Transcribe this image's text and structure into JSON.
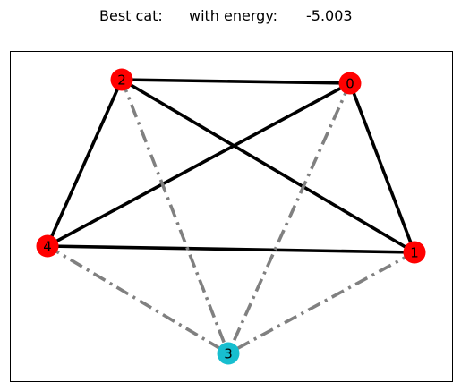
{
  "title": {
    "prefix": "Best cat:",
    "middle": "with energy:",
    "value": "-5.003"
  },
  "graph": {
    "colors": {
      "selected_node": "#ff0000",
      "other_node": "#17becf",
      "selected_edge": "#000000",
      "cut_edge": "#808080"
    },
    "nodes": [
      {
        "id": "0",
        "label": "0",
        "group": "selected"
      },
      {
        "id": "1",
        "label": "1",
        "group": "selected"
      },
      {
        "id": "2",
        "label": "2",
        "group": "selected"
      },
      {
        "id": "3",
        "label": "3",
        "group": "other"
      },
      {
        "id": "4",
        "label": "4",
        "group": "selected"
      }
    ],
    "edges": [
      {
        "source": "2",
        "target": "0",
        "style": "solid"
      },
      {
        "source": "2",
        "target": "1",
        "style": "solid"
      },
      {
        "source": "2",
        "target": "4",
        "style": "solid"
      },
      {
        "source": "0",
        "target": "4",
        "style": "solid"
      },
      {
        "source": "0",
        "target": "1",
        "style": "solid"
      },
      {
        "source": "4",
        "target": "1",
        "style": "solid"
      },
      {
        "source": "2",
        "target": "3",
        "style": "dashdot"
      },
      {
        "source": "0",
        "target": "3",
        "style": "dashdot"
      },
      {
        "source": "4",
        "target": "3",
        "style": "dashdot"
      },
      {
        "source": "1",
        "target": "3",
        "style": "dashdot"
      }
    ]
  }
}
